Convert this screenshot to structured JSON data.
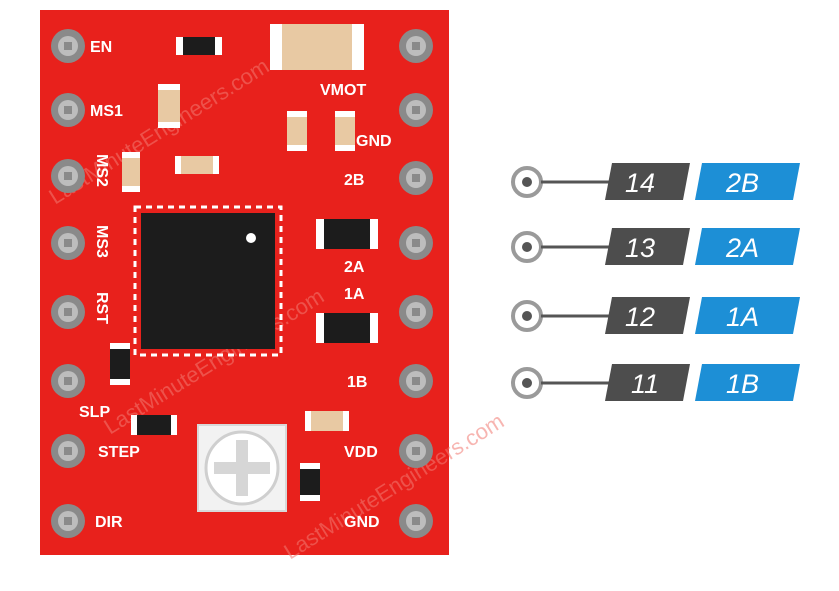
{
  "board": {
    "left_labels": [
      "EN",
      "MS1",
      "MS2",
      "MS3",
      "RST",
      "SLP",
      "STEP",
      "DIR"
    ],
    "right_labels": [
      "VMOT",
      "GND",
      "2B",
      "2A",
      "1A",
      "1B",
      "VDD",
      "GND"
    ],
    "watermark": "LastMinuteEngineers.com"
  },
  "pinout": {
    "pins": [
      {
        "number": "14",
        "signal": "2B"
      },
      {
        "number": "13",
        "signal": "2A"
      },
      {
        "number": "12",
        "signal": "1A"
      },
      {
        "number": "11",
        "signal": "1B"
      }
    ]
  },
  "colors": {
    "board_red": "#e8211c",
    "pin_gray": "#8a8a8a",
    "chip_black": "#1c1c1c",
    "cap_tan": "#e8c9a3",
    "number_tag": "#4d4d4d",
    "signal_tag": "#1d8fd6"
  }
}
